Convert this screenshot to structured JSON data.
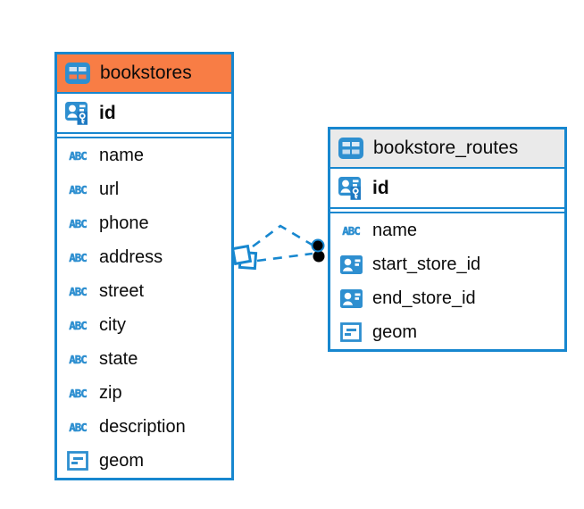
{
  "colors": {
    "border_blue": "#1787cf",
    "icon_blue": "#2e8fd0",
    "key_badge_blue": "#1d79c2",
    "connector_blue": "#1787cf",
    "canvas_background": "#ffffff",
    "bookstores_header_orange": "#f87d45",
    "routes_header_gray": "#eaeaea"
  },
  "icons": {
    "text_glyph": "ABC"
  },
  "tables": [
    {
      "name": "bookstores",
      "header": {
        "label": "bookstores",
        "background": "#f87d45",
        "icon": "table-icon",
        "icon_cell_top": "#d3e3f1",
        "icon_cell_bottom": "#f5794c"
      },
      "keys": [
        {
          "label": "id",
          "icon": "primary-key-icon"
        }
      ],
      "columns": [
        {
          "label": "name",
          "icon": "text-icon"
        },
        {
          "label": "url",
          "icon": "text-icon"
        },
        {
          "label": "phone",
          "icon": "text-icon"
        },
        {
          "label": "address",
          "icon": "text-icon"
        },
        {
          "label": "street",
          "icon": "text-icon"
        },
        {
          "label": "city",
          "icon": "text-icon"
        },
        {
          "label": "state",
          "icon": "text-icon"
        },
        {
          "label": "zip",
          "icon": "text-icon"
        },
        {
          "label": "description",
          "icon": "text-icon"
        },
        {
          "label": "geom",
          "icon": "geometry-icon"
        }
      ]
    },
    {
      "name": "bookstore_routes",
      "header": {
        "label": "bookstore_routes",
        "background": "#eaeaea",
        "icon": "table-icon",
        "icon_cell_top": "#dceaf6",
        "icon_cell_bottom": "#c6ddf0"
      },
      "keys": [
        {
          "label": "id",
          "icon": "primary-key-icon"
        }
      ],
      "columns": [
        {
          "label": "name",
          "icon": "text-icon"
        },
        {
          "label": "start_store_id",
          "icon": "foreign-key-icon"
        },
        {
          "label": "end_store_id",
          "icon": "foreign-key-icon"
        },
        {
          "label": "geom",
          "icon": "geometry-icon"
        }
      ]
    }
  ],
  "relationship": {
    "from_table": "bookstores",
    "to_table": "bookstore_routes",
    "line_style": "dashed",
    "line_count": 2
  }
}
